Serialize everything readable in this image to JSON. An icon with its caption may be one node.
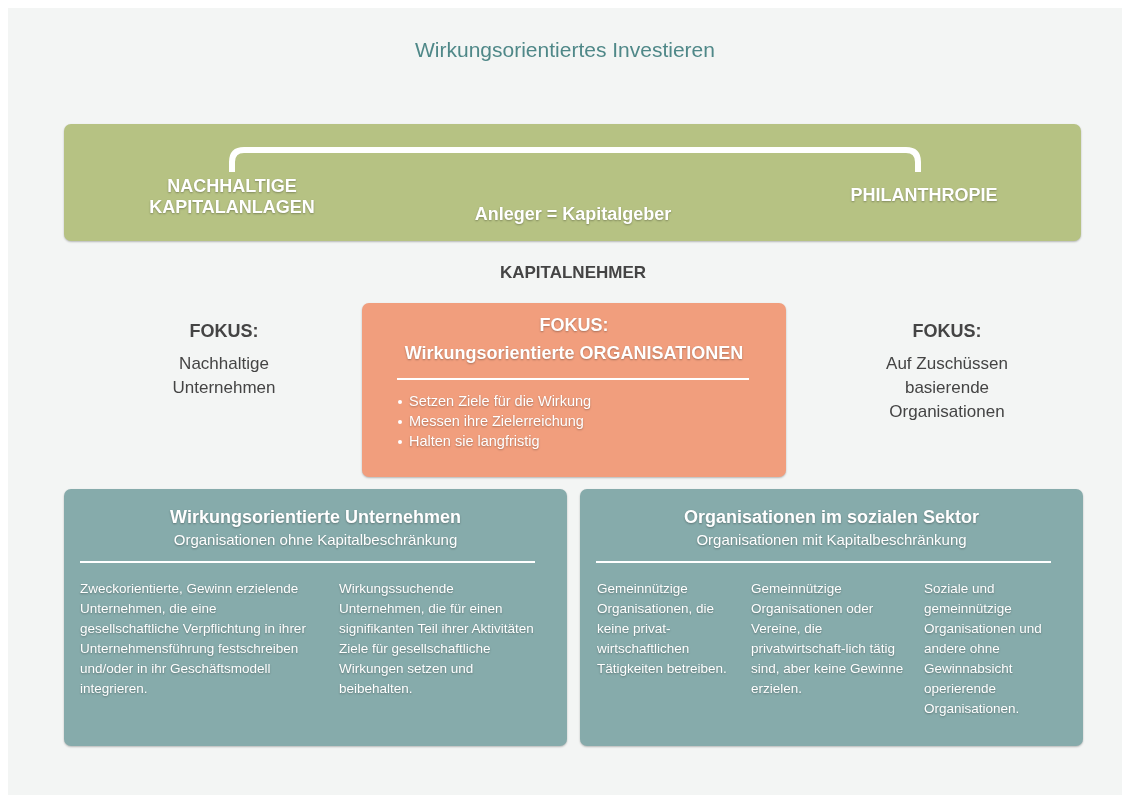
{
  "diagram": {
    "title": "Wirkungsorientiertes Investieren",
    "nodes": [
      {
        "text": [
          "NACHHALTIGE KAPITALANLAGEN",
          "Anleger = Kapitalgeber",
          "PHILANTHROPIE"
        ]
      },
      {
        "text": [
          "FOKUS:",
          "Wirkungsorientierte ORGANISATIONEN",
          "Setzen Ziele für die Wirkung",
          "Messen ihre Zielerreichung",
          "Halten sie langfristig"
        ]
      },
      {
        "text": [
          "Wirkungsorientierte Unternehmen",
          "Organisationen ohne Kapitalbeschränkung",
          "Zweckorientierte, Gewinn erzielende Unternehmen, die eine gesellschaftliche Verpflichtung in ihrer Unternehmensführung festschreiben und/oder in ihr Geschäftsmodell integrieren.",
          "Wirkungssuchende Unternehmen, die für einen signifikanten Teil ihrer Aktivitäten Ziele für gesellschaftliche Wirkungen setzen und beibehalten."
        ]
      },
      {
        "text": [
          "Organisationen im sozialen Sektor",
          "Organisationen mit Kapitalbeschränkung",
          "Gemeinnützige Organisationen, die keine privat-wirtschaftlichen Tätigkeiten betreiben.",
          "Gemeinnützige Organisationen oder Vereine, die privatwirtschaft-lich tätig sind, aber keine Gewinne erzielen.",
          "Soziale und gemeinnützige Organisationen und andere ohne Gewinnabsicht operierende Organisationen."
        ]
      }
    ],
    "edges": [],
    "labels": [
      "KAPITALNEHMER",
      "FOKUS:",
      "Nachhaltige Unternehmen",
      "FOKUS:",
      "Auf Zuschüssen basierende Organisationen"
    ]
  }
}
